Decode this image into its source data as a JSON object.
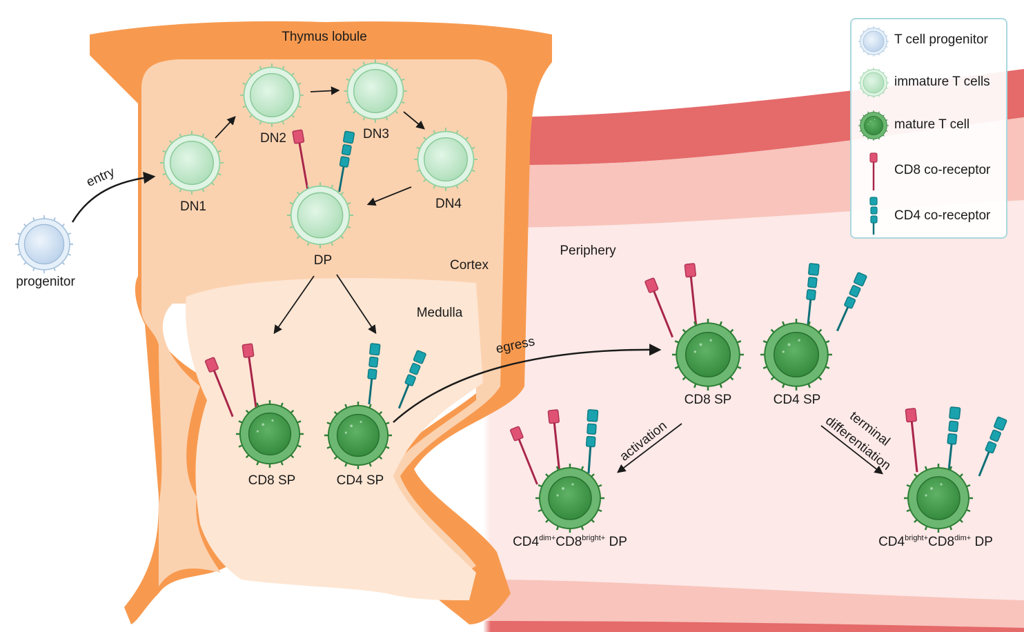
{
  "regions": {
    "thymus_lobule": "Thymus lobule",
    "cortex": "Cortex",
    "medulla": "Medulla",
    "periphery": "Periphery"
  },
  "cells": {
    "progenitor": "progenitor",
    "dn1": "DN1",
    "dn2": "DN2",
    "dn3": "DN3",
    "dn4": "DN4",
    "dp": "DP",
    "cd8sp_thymus": "CD8 SP",
    "cd4sp_thymus": "CD4 SP",
    "cd8sp_periphery": "CD8 SP",
    "cd4sp_periphery": "CD4 SP",
    "dp_left": {
      "a": "CD4",
      "a_sup": "dim+",
      "b": "CD8",
      "b_sup": "bright+",
      "c": " DP"
    },
    "dp_right": {
      "a": "CD4",
      "a_sup": "bright+",
      "b": "CD8",
      "b_sup": "dim+",
      "c": " DP"
    }
  },
  "arrows": {
    "entry": "entry",
    "egress": "egress",
    "activation": "activation",
    "terminal_1": "terminal",
    "terminal_2": "differentiation"
  },
  "legend": {
    "items": [
      {
        "icon": "progenitor-cell-icon",
        "label": "T cell progenitor"
      },
      {
        "icon": "immature-cell-icon",
        "label": "immature T cells"
      },
      {
        "icon": "mature-cell-icon",
        "label": "mature T cell"
      },
      {
        "icon": "cd8-receptor-icon",
        "label": "CD8 co-receptor"
      },
      {
        "icon": "cd4-receptor-icon",
        "label": "CD4 co-receptor"
      }
    ]
  },
  "colors": {
    "thymus_capsule": "#f79a50",
    "cortex_fill": "#fbd2b0",
    "medulla_fill": "#fde6d3",
    "blood_vessel_dark": "#e56a6a",
    "blood_vessel_light": "#f8c4bc",
    "periphery_fill": "#fde9e7",
    "progenitor_cell": "#cfe2f5",
    "immature_cell": "#c5ecd0",
    "mature_cell": "#3b9a47",
    "cd8_receptor": "#e05273",
    "cd4_receptor": "#1aa3ae",
    "legend_border": "#a9d8df"
  }
}
